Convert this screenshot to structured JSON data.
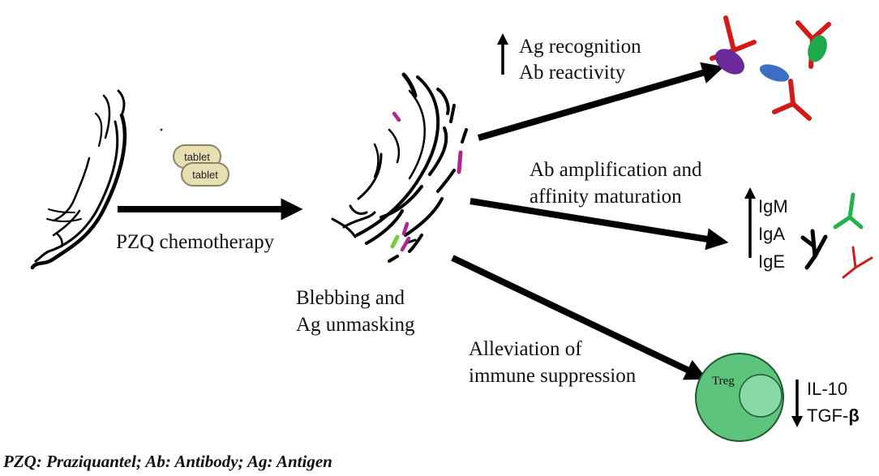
{
  "labels": {
    "pzq": "PZQ chemotherapy",
    "tablet_1": "tablet",
    "tablet_2": "tablet",
    "blebbing_1": "Blebbing and",
    "blebbing_2": "Ag unmasking",
    "ag_recognition": "Ag recognition",
    "ab_reactivity": "Ab reactivity",
    "ab_amp_1": "Ab amplification and",
    "ab_amp_2": "affinity maturation",
    "igm": "IgM",
    "iga": "IgA",
    "ige": "IgE",
    "alleviation_1": "Alleviation of",
    "alleviation_2": "immune suppression",
    "treg": "Treg",
    "il10": "IL-10",
    "tgf_prefix": "TGF-",
    "tgf_beta": "β",
    "footnote": "PZQ: Praziquantel; Ab: Antibody; Ag: Antigen"
  },
  "colors": {
    "arrow": "#000000",
    "antibody_red": "#d11b1b",
    "antibody_green": "#22b14c",
    "antigen_purple": "#6a2a9a",
    "antigen_blue": "#3a6fc4",
    "antigen_green": "#1fa84a",
    "fragment_magenta": "#b0268f",
    "fragment_green": "#7ac943",
    "treg_outer": "#5cc47c",
    "treg_inner": "#8ad8a8",
    "tablet_fill": "#e7dfb2",
    "tablet_stroke": "#8a8462"
  },
  "icons": [
    "schistosome-worm-icon",
    "tablet-icon",
    "blebbing-worm-icon",
    "antibody-icon",
    "antigen-icon",
    "treg-cell-icon",
    "up-arrow-icon",
    "down-arrow-icon"
  ]
}
